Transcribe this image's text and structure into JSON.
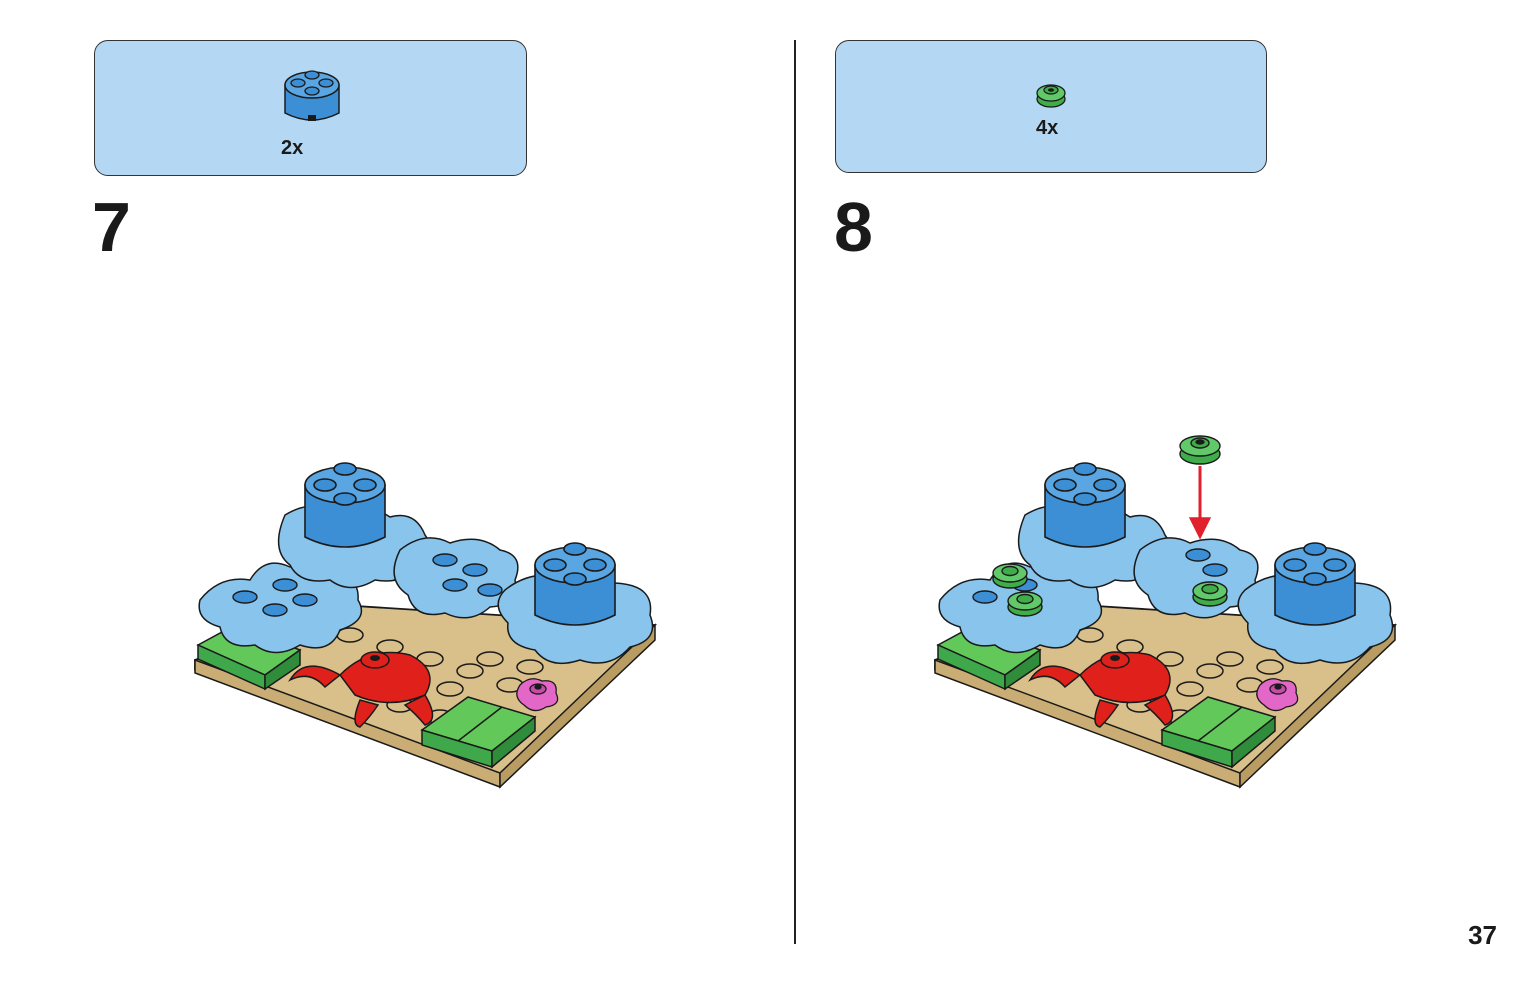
{
  "steps": [
    {
      "number": "7",
      "parts": [
        {
          "qty": "2x",
          "icon": "round-brick-2x2-blue-icon",
          "color": "#3c8fd4"
        }
      ]
    },
    {
      "number": "8",
      "parts": [
        {
          "qty": "4x",
          "icon": "round-plate-1x1-green-icon",
          "color": "#3fae4a"
        }
      ]
    }
  ],
  "page": {
    "number": "37"
  },
  "colors": {
    "parts_box": "#b4d8f3",
    "base_tan": "#d9c08b",
    "grass_green": "#63c85a",
    "coral_blue": "#88c4ec",
    "brick_blue": "#3c8fd4",
    "crab_red": "#e0201b",
    "flower_pink": "#e367c7",
    "arrow_red": "#e0202a"
  }
}
